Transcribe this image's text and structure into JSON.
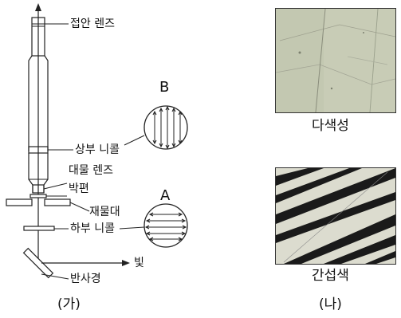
{
  "diagram": {
    "labels": {
      "eyepiece": "접안 렌즈",
      "upper_nicol": "상부 니콜",
      "objective": "대물 렌즈",
      "thin_section": "박편",
      "stage": "재물대",
      "lower_nicol": "하부 니콜",
      "light": "빛",
      "mirror": "반사경",
      "filter_b": "B",
      "filter_a": "A"
    },
    "caption": "(가)"
  },
  "photos": {
    "top": {
      "label": "다색성"
    },
    "bottom": {
      "label": "간섭색"
    },
    "caption": "(나)"
  },
  "colors": {
    "line": "#222222",
    "photo_top_bg": "#c9cdb8",
    "photo_bottom_stripe": "#1a1a1a",
    "photo_bottom_bg": "#dcdccf"
  }
}
